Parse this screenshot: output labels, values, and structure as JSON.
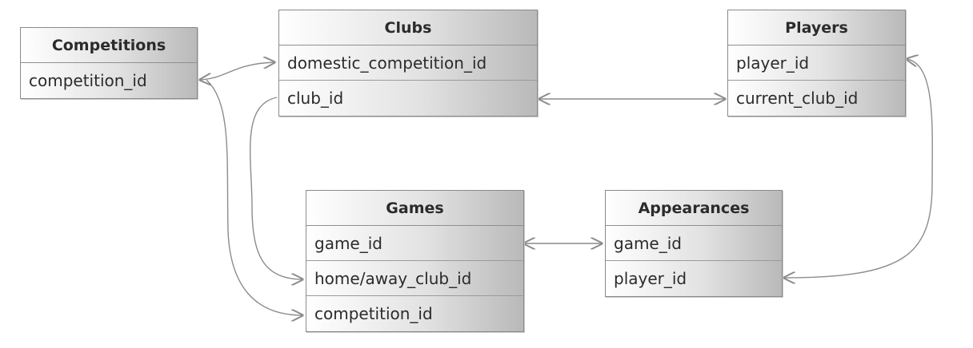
{
  "entities": {
    "competitions": {
      "title": "Competitions",
      "fields": [
        "competition_id"
      ]
    },
    "clubs": {
      "title": "Clubs",
      "fields": [
        "domestic_competition_id",
        "club_id"
      ]
    },
    "players": {
      "title": "Players",
      "fields": [
        "player_id",
        "current_club_id"
      ]
    },
    "games": {
      "title": "Games",
      "fields": [
        "game_id",
        "home/away_club_id",
        "competition_id"
      ]
    },
    "appearances": {
      "title": "Appearances",
      "fields": [
        "game_id",
        "player_id"
      ]
    }
  },
  "colors": {
    "border": "#8a8a8a",
    "arrow": "#8c8c8c",
    "text": "#2b2b2b"
  }
}
